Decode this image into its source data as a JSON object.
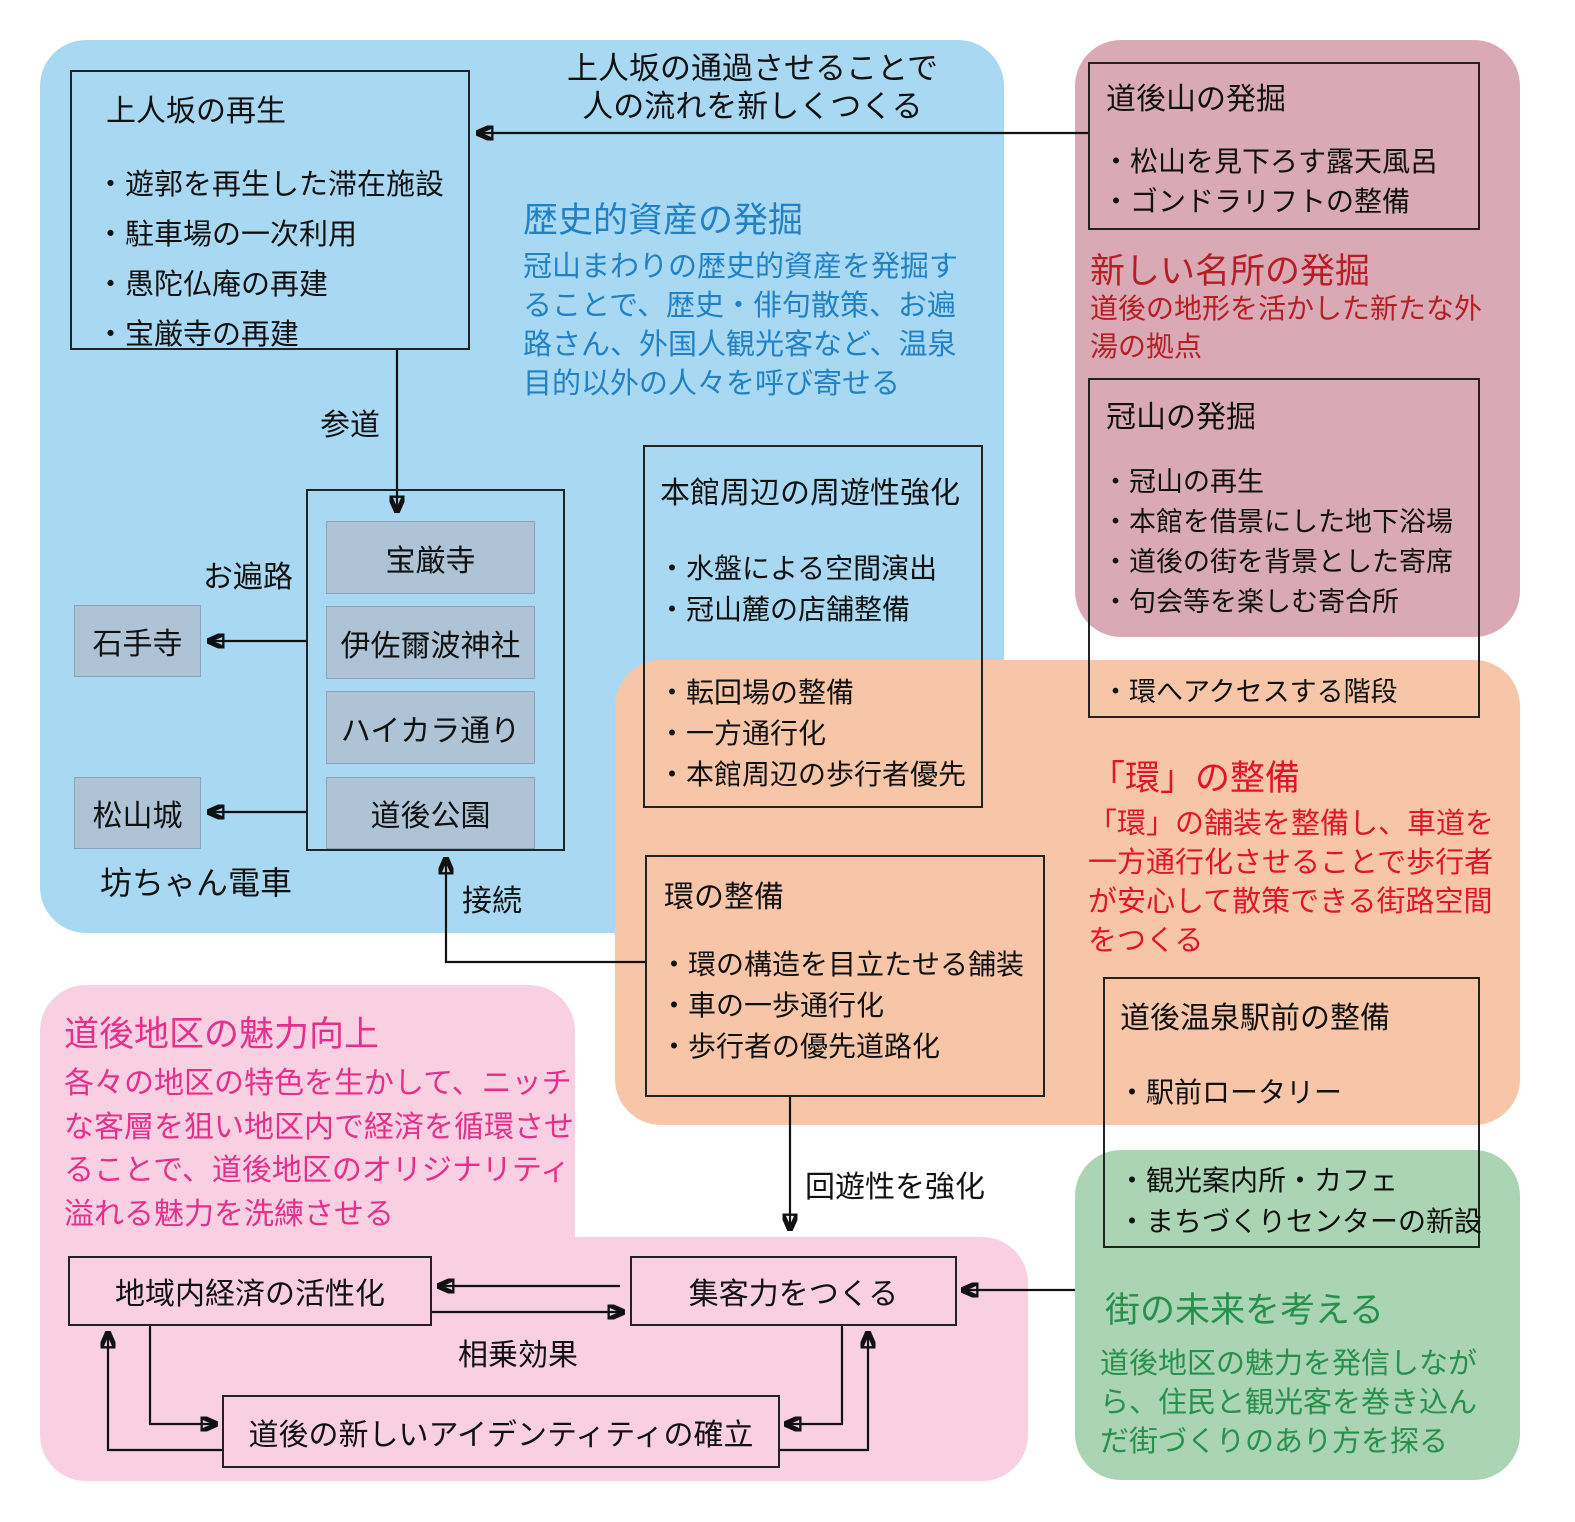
{
  "colors": {
    "blue_bg": "#a9d9f2",
    "mauve_bg": "#d9aab5",
    "orange_bg": "#f7c6a9",
    "pink_bg": "#f8d0e2",
    "green_bg": "#aad4b4",
    "node_bg": "#aec4d6",
    "node_border": "#8ba3b8",
    "blue_text": "#2181c4",
    "red_text_dark": "#b61d24",
    "red_text_bright": "#e0152b",
    "pink_text": "#e3308c",
    "green_text": "#27904b",
    "line": "#111111",
    "box_border": "#222222"
  },
  "labels": {
    "top_flow_line1": "上人坂の通過させることで",
    "top_flow_line2": "人の流れを新しくつくる",
    "sando": "参道",
    "ohenro": "お遍路",
    "setsuzoku": "接続",
    "botchan": "坊ちゃん電車",
    "kaiyu": "回遊性を強化",
    "sojo": "相乗効果"
  },
  "blue_panel": {
    "shoninzaka": {
      "title": "上人坂の再生",
      "items": [
        "・遊郭を再生した滞在施設",
        "・駐車場の一次利用",
        "・愚陀仏庵の再建",
        "・宝厳寺の再建"
      ]
    },
    "hist": {
      "title": "歴史的資産の発掘",
      "desc": "冠山まわりの歴史的資産を発掘することで、歴史・俳句散策、お遍路さん、外国人観光客など、温泉目的以外の人々を呼び寄せる"
    },
    "nodes": [
      "宝厳寺",
      "伊佐爾波神社",
      "ハイカラ通り",
      "道後公園"
    ],
    "left_nodes": [
      "石手寺",
      "松山城"
    ]
  },
  "mauve_panel": {
    "dogoyama": {
      "title": "道後山の発掘",
      "items": [
        "・松山を見下ろす露天風呂",
        "・ゴンドラリフトの整備"
      ]
    },
    "meisho": {
      "title": "新しい名所の発掘",
      "desc": "道後の地形を活かした新たな外湯の拠点"
    },
    "kanmuriyama": {
      "title": "冠山の発掘",
      "items": [
        "・冠山の再生",
        "・本館を借景にした地下浴場",
        "・道後の街を背景とした寄席",
        "・句会等を楽しむ寄合所"
      ],
      "last_item": "・環へアクセスする階段"
    }
  },
  "orange_panel": {
    "honkan": {
      "title": "本館周辺の周遊性強化",
      "items_top": [
        "・水盤による空間演出",
        "・冠山麓の店舗整備"
      ],
      "items_bottom": [
        "・転回場の整備",
        "・一方通行化",
        "・本館周辺の歩行者優先"
      ]
    },
    "kan_box": {
      "title": "環の整備",
      "items": [
        "・環の構造を目立たせる舗装",
        "・車の一歩通行化",
        "・歩行者の優先道路化"
      ]
    },
    "kan": {
      "title": "「環」の整備",
      "desc": "「環」の舗装を整備し、車道を一方通行化させることで歩行者が安心して散策できる街路空間をつくる"
    },
    "ekimae": {
      "title": "道後温泉駅前の整備",
      "item_top": "・駅前ロータリー",
      "items_bottom": [
        "・観光案内所・カフェ",
        "・まちづくりセンターの新設"
      ]
    }
  },
  "pink_panel": {
    "title": "道後地区の魅力向上",
    "desc": "各々の地区の特色を生かして、ニッチな客層を狙い地区内で経済を循環させることで、道後地区のオリジナリティ溢れる魅力を洗練させる",
    "keizai": "地域内経済の活性化",
    "shukyaku": "集客力をつくる",
    "identity": "道後の新しいアイデンティティの確立"
  },
  "green_panel": {
    "title": "街の未来を考える",
    "desc": "道後地区の魅力を発信しながら、住民と観光客を巻き込んだ街づくりのあり方を探る"
  }
}
